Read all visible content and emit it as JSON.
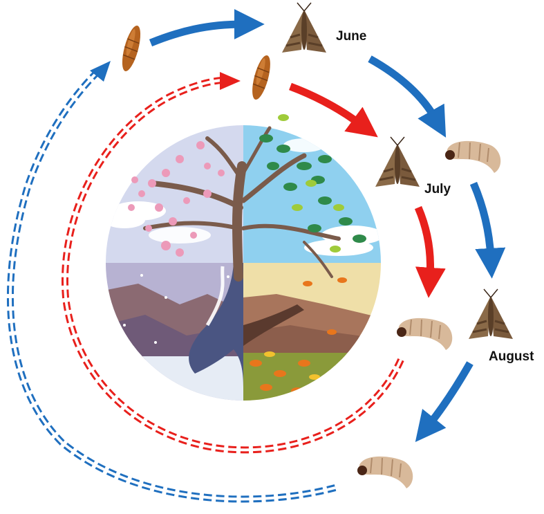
{
  "diagram": {
    "labels": {
      "june": "June",
      "july": "July",
      "august": "August"
    },
    "colors": {
      "outer_cycle": "#1f6fbf",
      "inner_cycle": "#e8201c",
      "moth_wing": "#8a6a48",
      "moth_band": "#5a3f28",
      "larva": "#d8b99a",
      "larva_head": "#4a2616",
      "pupa": "#b5631f",
      "spring_sky": "#d4d9ee",
      "summer_sky": "#8fd0ef",
      "autumn_ground": "#efdfa8",
      "winter_ground": "#b7b2d2",
      "trunk_winter": "#4a5582",
      "trunk": "#7a5b4b",
      "blossom": "#ec9ab9",
      "leaf": "#2f8a4a",
      "leaf_light": "#9fcb3a",
      "fallen_leaf": "#e8761c"
    },
    "icons": [
      "moth-icon",
      "larva-icon",
      "pupa-icon",
      "four-seasons-tree-icon"
    ]
  }
}
